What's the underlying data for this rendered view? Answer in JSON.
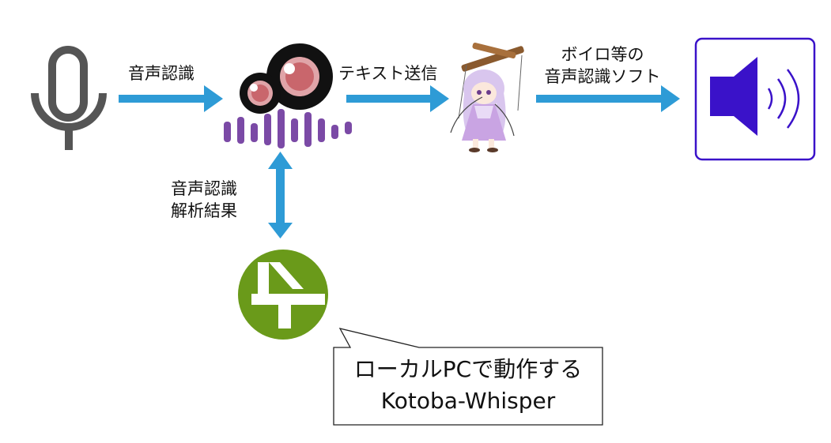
{
  "labels": {
    "speech_recognition": "音声認識",
    "text_send": "テキスト送信",
    "voiceroid_line1": "ボイロ等の",
    "voiceroid_line2": "音声認識ソフト",
    "result_line1": "音声認識",
    "result_line2": "解析結果"
  },
  "callout": {
    "line1": "ローカルPCで動作する",
    "line2": "Kotoba-Whisper"
  },
  "colors": {
    "arrow": "#2e9bd6",
    "speaker": "#3a12c9",
    "mic": "#555555",
    "logo_green": "#6a9a1a",
    "wave_purple": "#7b4aa6"
  },
  "icons": {
    "mic": "microphone-icon",
    "app": "yukari-app-icon",
    "character": "marionette-character-icon",
    "speaker": "speaker-icon",
    "logo": "kotoba-logo-icon"
  }
}
